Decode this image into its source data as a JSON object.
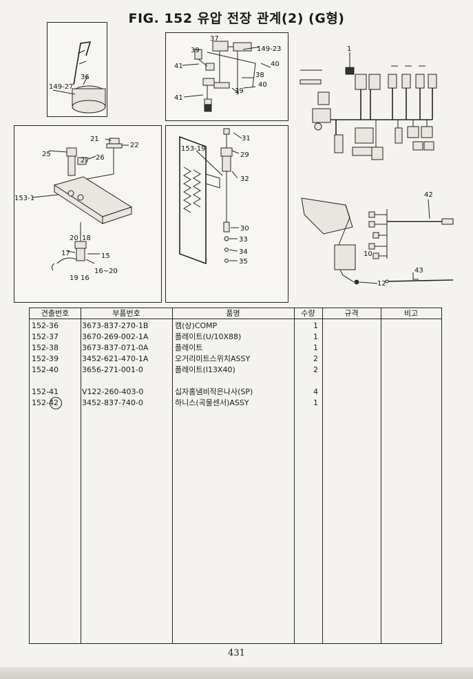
{
  "page": {
    "title": "FIG. 152 유압 전장 관계(2) (G형)",
    "page_number": "431"
  },
  "figures": {
    "top_left": {
      "callouts": [
        "36",
        "149-27"
      ]
    },
    "top_middle": {
      "callouts": [
        "37",
        "39",
        "149-23",
        "40",
        "41",
        "38",
        "40",
        "41",
        "39"
      ]
    },
    "middle_left": {
      "callouts": [
        "21",
        "22",
        "25",
        "27",
        "26",
        "153-1",
        "20",
        "18",
        "17",
        "15",
        "16~20",
        "19",
        "16"
      ]
    },
    "middle_center": {
      "callouts": [
        "31",
        "153-19",
        "29",
        "32",
        "30",
        "33",
        "34",
        "35"
      ]
    },
    "top_right": {
      "callouts": [
        "1"
      ]
    },
    "bottom_right": {
      "callouts": [
        "42",
        "10",
        "12",
        "43"
      ]
    }
  },
  "table": {
    "headers": [
      "견출번호",
      "부품번호",
      "품명",
      "수량",
      "규격",
      "비고"
    ],
    "rows": [
      {
        "no": "152-36",
        "part": "3673-837-270-1B",
        "name": "캠(상)COMP",
        "qty": "1"
      },
      {
        "no": "152-37",
        "part": "3670-269-002-1A",
        "name": "플레이트(U/10X88)",
        "qty": "1"
      },
      {
        "no": "152-38",
        "part": "3673-837-071-0A",
        "name": "플레이트",
        "qty": "1"
      },
      {
        "no": "152-39",
        "part": "3452-621-470-1A",
        "name": "오거리미트스위치ASSY",
        "qty": "2"
      },
      {
        "no": "152-40",
        "part": "3656-271-001-0",
        "name": "플레이트(I13X40)",
        "qty": "2"
      },
      {
        "no": "152-41",
        "part": "V122-260-403-0",
        "name": "십자홈냄비작은나사(SP)",
        "qty": "4"
      },
      {
        "no": "152-42",
        "part": "3452-837-740-0",
        "name": "하니스(곡물센서)ASSY",
        "qty": "1"
      }
    ]
  }
}
